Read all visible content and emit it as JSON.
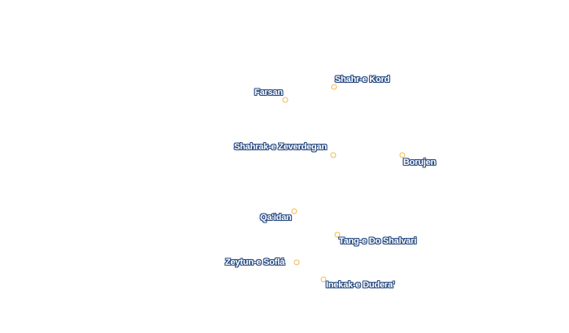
{
  "places": [
    {
      "id": "shahr-e-kord",
      "name": "Shahr-e Kord"
    },
    {
      "id": "farsan",
      "name": "Farsan"
    },
    {
      "id": "shahrak-e-zeverdegan",
      "name": "Shahrak-e Zeverdegan"
    },
    {
      "id": "borujen",
      "name": "Borujen"
    },
    {
      "id": "qaidan",
      "name": "Qa'idan"
    },
    {
      "id": "tang-e-do-shalvari",
      "name": "Tang-e Do Shalvari"
    },
    {
      "id": "zeytun-e-sofla",
      "name": "Zeytun-e Soflá"
    },
    {
      "id": "inekak-e-dudera",
      "name": "Inekak-e Dudera'"
    }
  ],
  "colors": {
    "marker": "#f2bb4a",
    "label_text": "#ffffff",
    "label_halo": "#2d4f86",
    "background": "#ffffff"
  }
}
